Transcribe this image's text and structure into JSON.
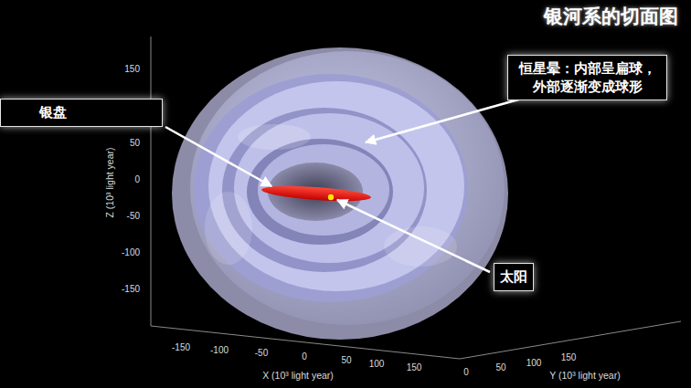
{
  "diagram": {
    "title": "银河系的切面图",
    "nodes": [
      {
        "text": [
          "恒星晕：内部呈扁球， 外部逐渐变成球形"
        ]
      },
      {
        "text": [
          "银盘"
        ]
      },
      {
        "text": [
          "太阳"
        ]
      }
    ],
    "labels": [
      "150",
      "100",
      "50",
      "0",
      "-50",
      "-100",
      "-150",
      "Z (10³ light year)",
      "-150",
      "-100",
      "-50",
      "0",
      "50",
      "100",
      "150",
      "X (10³ light year)",
      "0",
      "50",
      "100",
      "150",
      "Y (10³ light year)"
    ]
  }
}
